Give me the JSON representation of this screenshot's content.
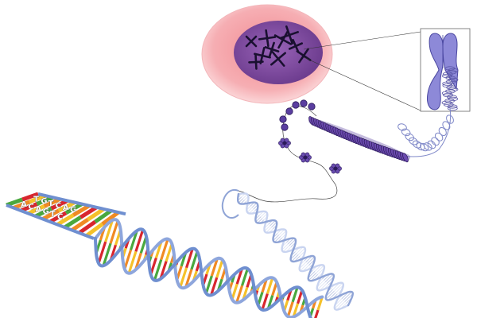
{
  "colors": {
    "cytoplasm": "#f4a3a8",
    "cytoplasm_edge": "#f6c3c6",
    "nucleus": "#7b4a98",
    "nucleus_dark": "#5b2d78",
    "chromosome": "#8a86d6",
    "chromatin": "#5a3ea0",
    "strand": "#6f8fd0",
    "strand_light": "#b9c8ee",
    "base_red": "#d8262e",
    "base_yellow": "#f5c12a",
    "base_green": "#49a83e",
    "base_orange": "#f08a24"
  },
  "base_letters": [
    "T",
    "A",
    "G",
    "C",
    "T",
    "A",
    "C",
    "G",
    "A",
    "T",
    "G",
    "C"
  ],
  "icons": {
    "cell": "cell-icon",
    "nucleus": "nucleus-icon",
    "chromosome": "chromosome-icon"
  }
}
